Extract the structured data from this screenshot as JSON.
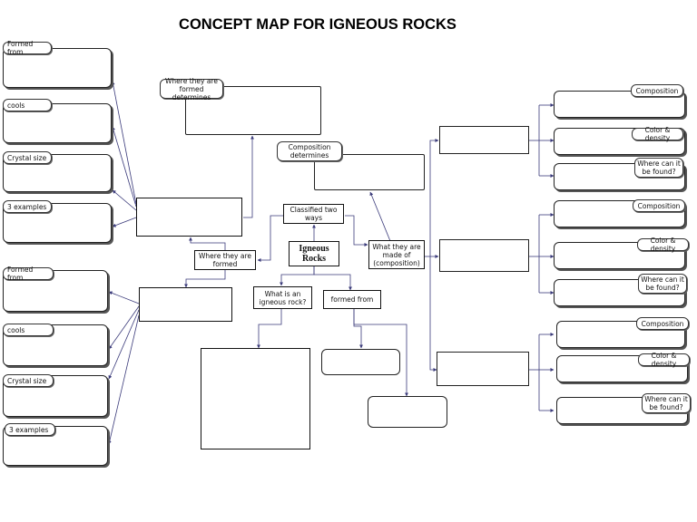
{
  "title": "CONCEPT MAP FOR IGNEOUS ROCKS",
  "labels": {
    "center": "Igneous Rocks",
    "classified": "Classified two ways",
    "where_formed": "Where they are formed",
    "made_of": "What they are made of (composition)",
    "what_is": "What is an igneous rock?",
    "formed_from": "formed from",
    "where_determines": "Where they are formed determines",
    "composition_determines": "Composition determines",
    "left_tabs_top": [
      "Formed from",
      "cools",
      "Crystal size",
      "3 examples"
    ],
    "left_tabs_bottom": [
      "Formed from",
      "cools",
      "Crystal size",
      "3 examples"
    ],
    "right_tabs": [
      "Composition",
      "Color & density",
      "Where can it be found?"
    ]
  },
  "colors": {
    "line": "#3a3a7a",
    "border": "#111111"
  }
}
